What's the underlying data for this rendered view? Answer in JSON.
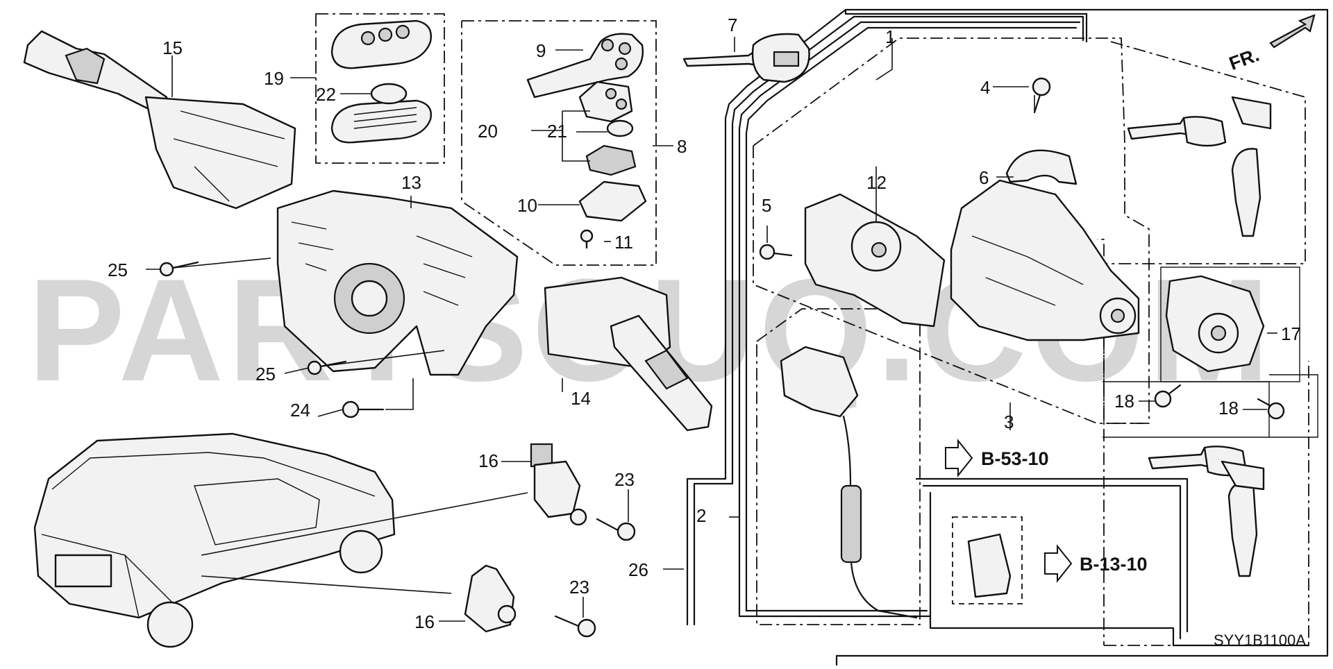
{
  "watermark": "PARTSOUQ.COM",
  "direction_marker": "FR.",
  "diagram_code": "SYY1B1100A",
  "cross_refs": [
    {
      "id": "ref-b-53-10",
      "text": "B-53-10"
    },
    {
      "id": "ref-b-13-10",
      "text": "B-13-10"
    }
  ],
  "callouts": {
    "c1": "1",
    "c2": "2",
    "c3": "3",
    "c4": "4",
    "c5": "5",
    "c6": "6",
    "c7": "7",
    "c8": "8",
    "c9": "9",
    "c10": "10",
    "c11": "11",
    "c12": "12",
    "c13": "13",
    "c14": "14",
    "c15": "15",
    "c16a": "16",
    "c16b": "16",
    "c17": "17",
    "c18a": "18",
    "c18b": "18",
    "c19": "19",
    "c20": "20",
    "c21": "21",
    "c22": "22",
    "c23a": "23",
    "c23b": "23",
    "c24": "24",
    "c25a": "25",
    "c25b": "25",
    "c26": "26"
  }
}
